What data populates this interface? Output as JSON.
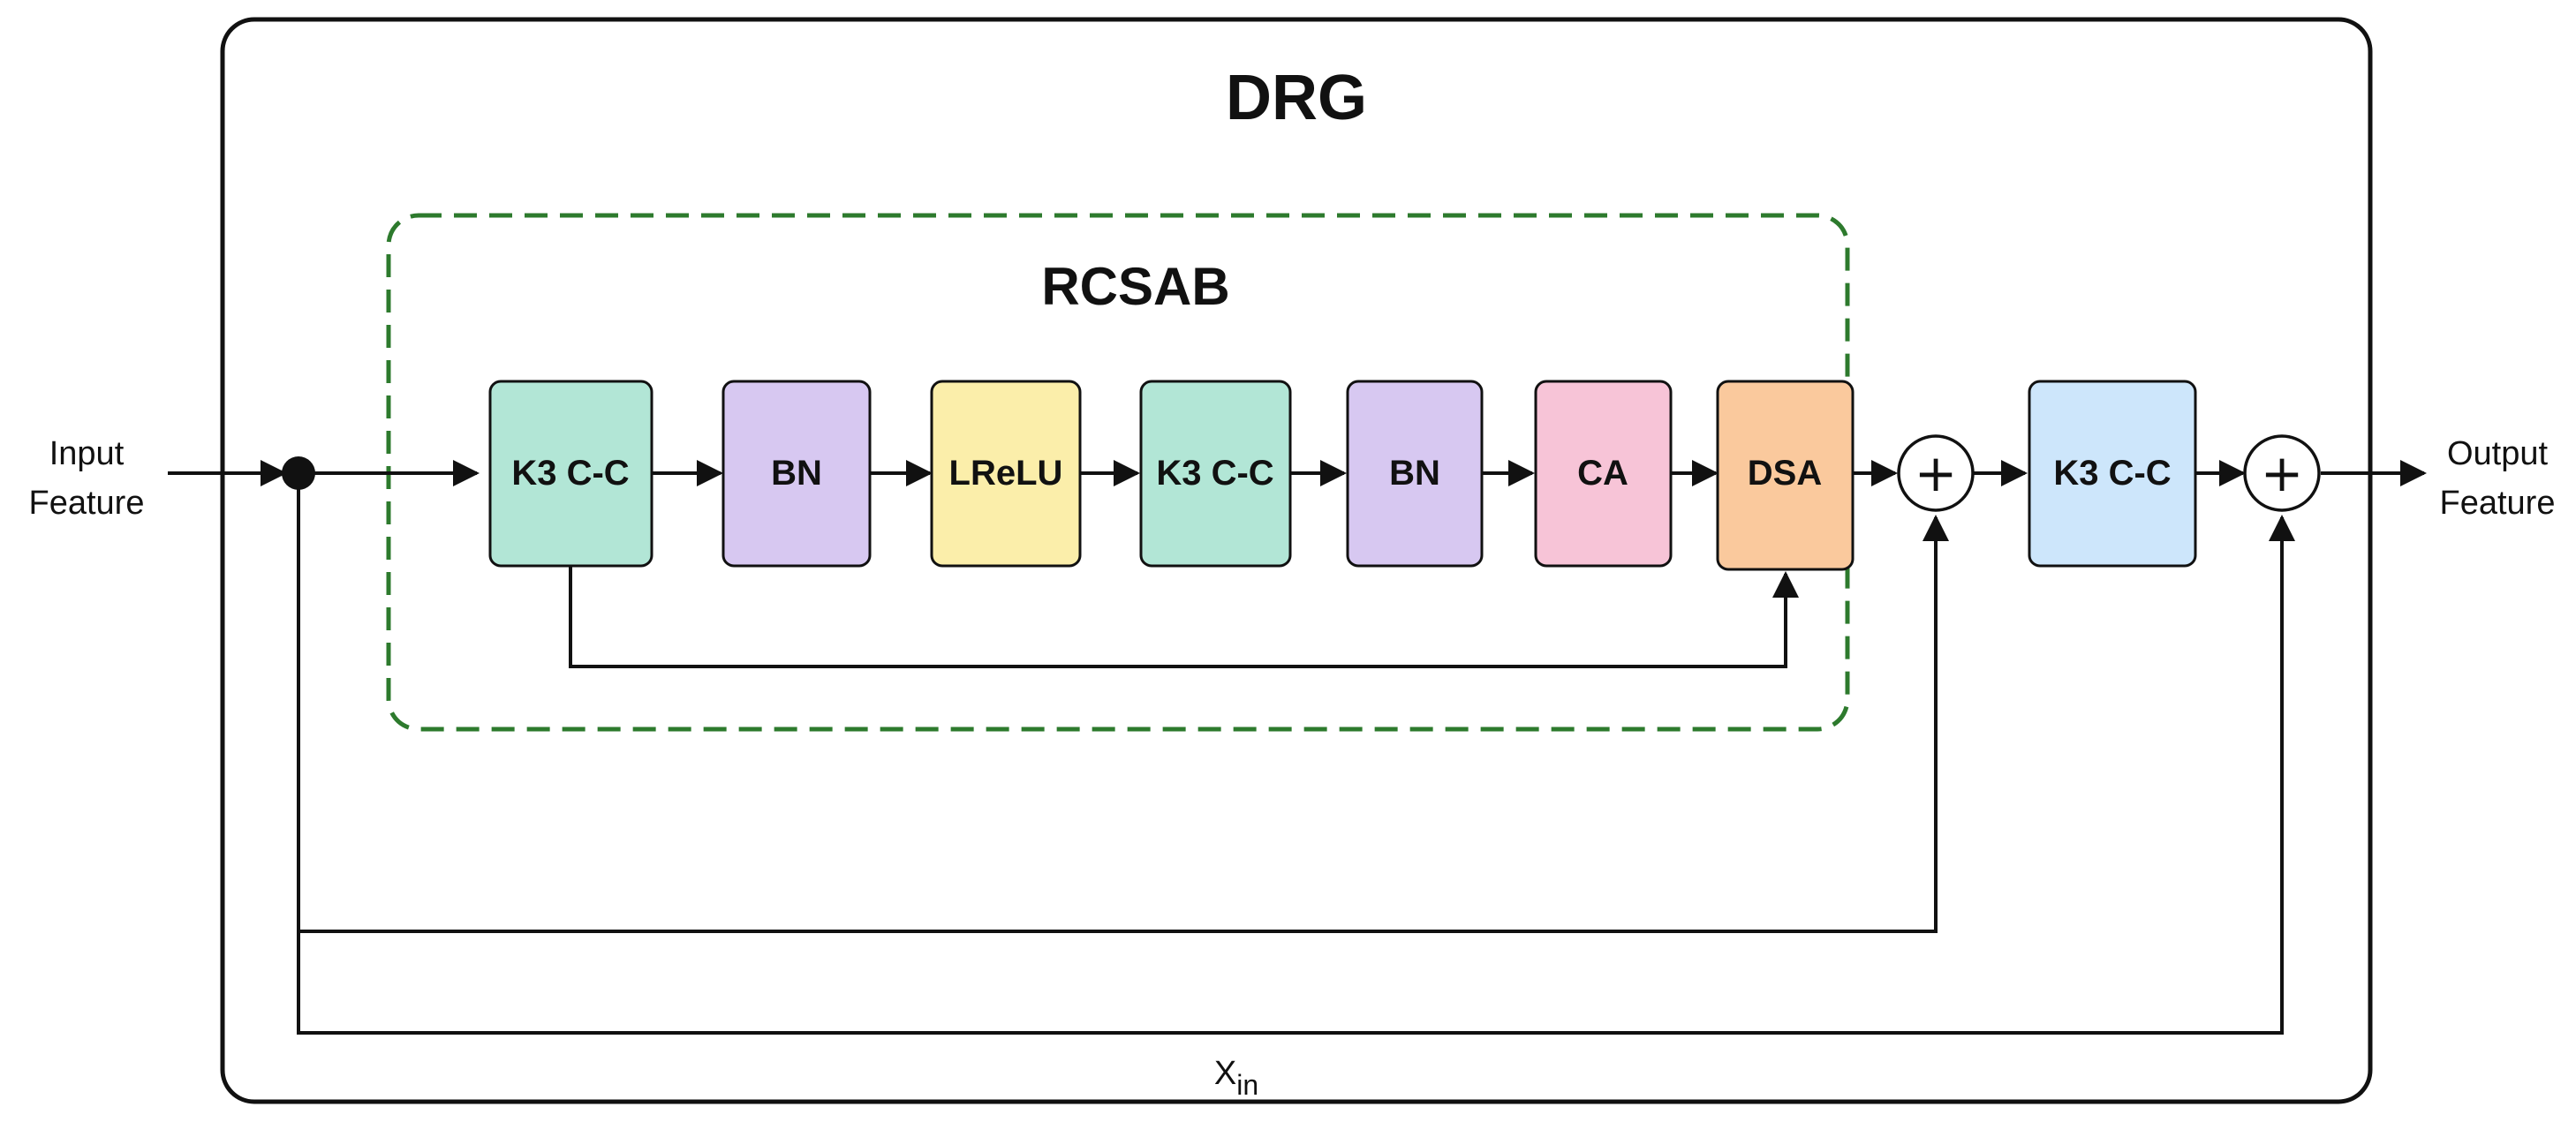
{
  "title": "DRG",
  "inner_title": "RCSAB",
  "input_label": [
    "Input",
    "Feature"
  ],
  "output_label": [
    "Output",
    "Feature"
  ],
  "skip_label": {
    "main": "X",
    "sub": "in"
  },
  "blocks": [
    {
      "id": "k3cc-1",
      "label": "K3 C-C",
      "color": "#b2e6d6"
    },
    {
      "id": "bn-1",
      "label": "BN",
      "color": "#d7c8f1"
    },
    {
      "id": "lrelu",
      "label": "LReLU",
      "color": "#fbeeaa"
    },
    {
      "id": "k3cc-2",
      "label": "K3 C-C",
      "color": "#b2e6d6"
    },
    {
      "id": "bn-2",
      "label": "BN",
      "color": "#d7c8f1"
    },
    {
      "id": "ca",
      "label": "CA",
      "color": "#f7c4d7"
    },
    {
      "id": "dsa",
      "label": "DSA",
      "color": "#fac99d"
    },
    {
      "id": "k3cc-3",
      "label": "K3 C-C",
      "color": "#cde6fb"
    }
  ],
  "sum_symbol": "+",
  "colors": {
    "dashed_border": "#2d7a2d",
    "stroke": "#111111"
  }
}
